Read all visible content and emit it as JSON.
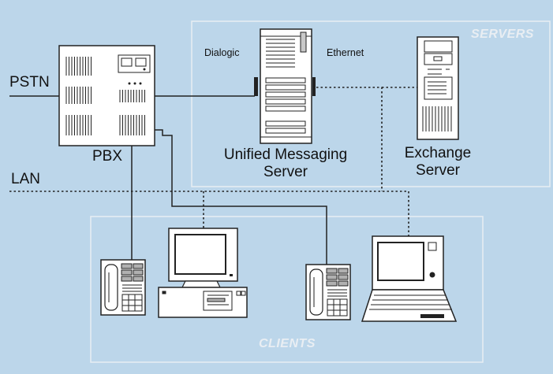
{
  "labels": {
    "pstn": "PSTN",
    "pbx": "PBX",
    "lan": "LAN",
    "dialogic": "Dialogic",
    "ethernet": "Ethernet",
    "um_server_line1": "Unified Messaging",
    "um_server_line2": "Server",
    "exchange_line1": "Exchange",
    "exchange_line2": "Server",
    "servers_group": "SERVERS",
    "clients_group": "CLIENTS"
  },
  "colors": {
    "background": "#bcd6ea",
    "line": "#222222",
    "device_fill": "#ffffff",
    "group_border": "#e8eef3",
    "group_label": "#e9eef3"
  },
  "icons": [
    "pbx-icon",
    "unified-messaging-server-icon",
    "exchange-server-icon",
    "desk-phone-icon",
    "desktop-computer-icon",
    "laptop-icon"
  ]
}
